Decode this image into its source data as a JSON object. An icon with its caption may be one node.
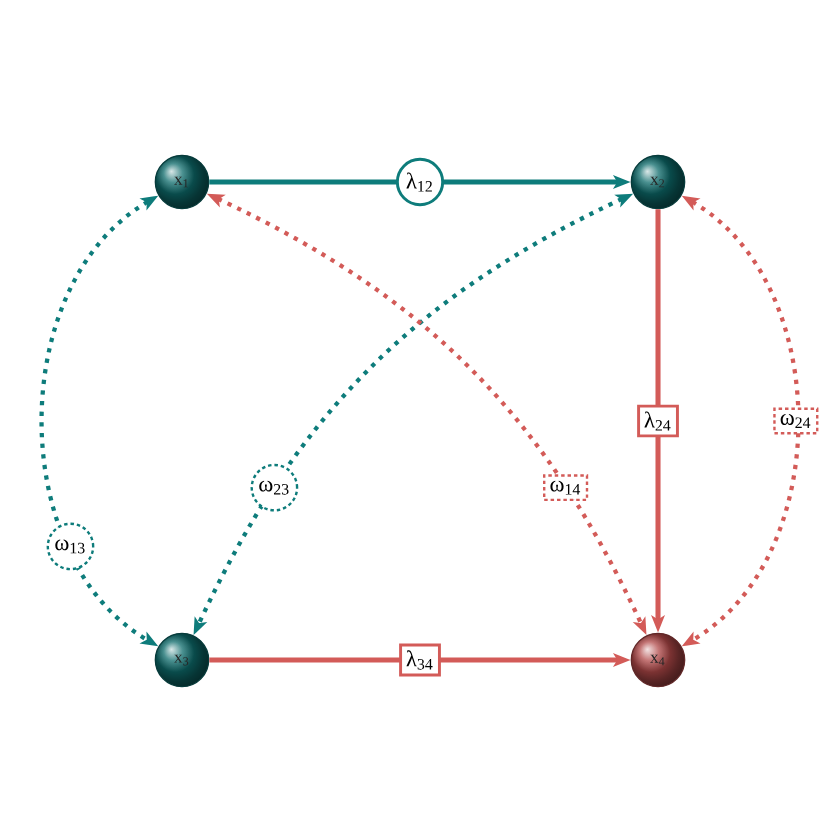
{
  "diagram": {
    "nodes": [
      {
        "text": [
          "x$_{1}$"
        ]
      },
      {
        "text": [
          "x$_{2}$"
        ]
      },
      {
        "text": [
          "x$_{3}$"
        ]
      },
      {
        "text": [
          "x$_{4}$"
        ]
      }
    ],
    "edges": [
      {
        "from": 0,
        "to": 1,
        "arrow": "to",
        "label": "λ$_{12}$",
        "color": "#0e7c7b"
      },
      {
        "from": 0,
        "to": 2,
        "arrow": "both",
        "label": "ω$_{13}$",
        "style": "dashed",
        "color": "#0e7c7b"
      },
      {
        "from": 1,
        "to": 2,
        "arrow": "both",
        "label": "ω$_{23}$",
        "style": "dashed",
        "color": "#0e7c7b"
      },
      {
        "from": 0,
        "to": 3,
        "arrow": "both",
        "label": "ω$_{14}$",
        "style": "dashed"
      },
      {
        "from": 1,
        "to": 3,
        "arrow": "to",
        "label": "λ$_{24}$"
      },
      {
        "from": 1,
        "to": 3,
        "arrow": "both",
        "label": "ω$_{24}$",
        "style": "dashed"
      },
      {
        "from": 2,
        "to": 3,
        "arrow": "to",
        "label": "λ$_{34}$"
      }
    ]
  }
}
